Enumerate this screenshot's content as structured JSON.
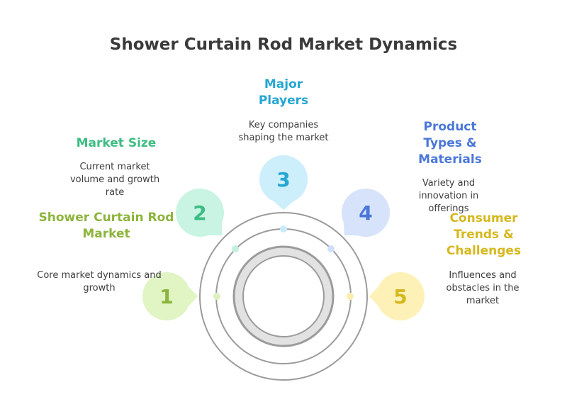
{
  "title": "Shower Curtain Rod Market Dynamics",
  "colors": {
    "ring": "#9b9b9b",
    "core_fill": "#e2e2e2",
    "text": "#3d3d3d"
  },
  "stages": [
    {
      "number": "1",
      "label": "Shower Curtain Rod Market",
      "description": "Core market dynamics and growth",
      "color": "#8db43c",
      "bubble": "#e0f4c4",
      "dot": "#dff0c0"
    },
    {
      "number": "2",
      "label": "Market Size",
      "description": "Current market volume and growth rate",
      "color": "#3cbd83",
      "bubble": "#c9f4e3",
      "dot": "#c3f0dc"
    },
    {
      "number": "3",
      "label": "Major Players",
      "description": "Key companies shaping the market",
      "color": "#25a6d2",
      "bubble": "#cdeefb",
      "dot": "#c7ebf9"
    },
    {
      "number": "4",
      "label": "Product Types & Materials",
      "description": "Variety and innovation in offerings",
      "color": "#4a77d8",
      "bubble": "#d7e3fb",
      "dot": "#d2dffa"
    },
    {
      "number": "5",
      "label": "Consumer Trends & Challenges",
      "description": "Influences and obstacles in the market",
      "color": "#d6b81e",
      "bubble": "#fdf1b7",
      "dot": "#fbeeae"
    }
  ]
}
